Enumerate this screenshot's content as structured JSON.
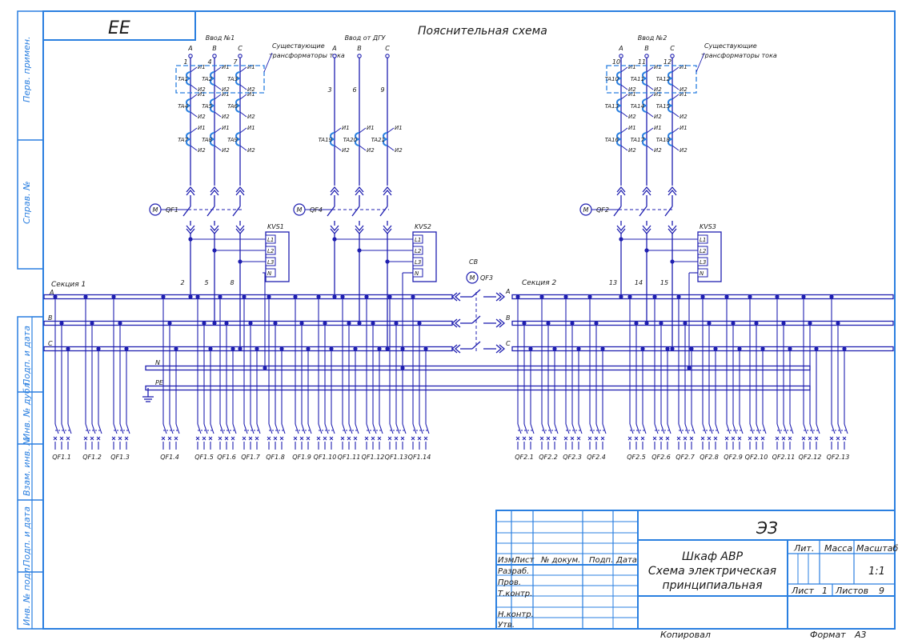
{
  "drawing": {
    "code_top": "ЕЕ",
    "title": "Пояснительная схема",
    "code_stamp": "ЭЗ",
    "name_line1": "Шкаф АВР",
    "name_line2": "Схема электрическая",
    "name_line3": "принципиальная",
    "copied": "Копировал",
    "format_label": "Формат",
    "format_value": "А3"
  },
  "side_labels": [
    "Перв. примен.",
    "Справ. №",
    "Подп. и дата",
    "Инв. № дубл.",
    "Взам. инв. №",
    "Подп. и дата",
    "Инв. № подл."
  ],
  "stamp": {
    "headers": [
      "Изм.",
      "Лист",
      "№ докум.",
      "Подп.",
      "Дата"
    ],
    "roles": [
      "Разраб.",
      "Пров.",
      "Т.контр.",
      "Н.контр.",
      "Утв."
    ],
    "lit": "Лит.",
    "mass": "Масса",
    "scale_label": "Масштаб",
    "scale_value": "1:1",
    "sheet_label": "Лист",
    "sheet_value": "1",
    "sheets_label": "Листов",
    "sheets_value": "9"
  },
  "inputs": [
    {
      "title": "Ввод №1",
      "phases": [
        "A",
        "B",
        "C"
      ],
      "nums": [
        "1",
        "4",
        "7"
      ],
      "breaker": "QF1",
      "relay": "KVS1",
      "bus_nums": [
        "2",
        "5",
        "8"
      ],
      "ta": [
        [
          "TA1",
          "TA2",
          "TA3"
        ],
        [
          "TA4",
          "TA5",
          "TA6"
        ],
        [
          "TA7",
          "TA8",
          "TA9"
        ]
      ],
      "note1": "Существующие",
      "note2": "трансформаторы тока"
    },
    {
      "title": "Ввод от ДГУ",
      "phases": [
        "A",
        "B",
        "C"
      ],
      "nums": [
        "3",
        "6",
        "9"
      ],
      "breaker": "QF4",
      "relay": "KVS2",
      "bus_nums": [],
      "ta": [
        [
          "TA19",
          "TA20",
          "TA21"
        ]
      ]
    },
    {
      "title": "Ввод №2",
      "phases": [
        "A",
        "B",
        "C"
      ],
      "nums": [
        "10",
        "11",
        "12"
      ],
      "breaker": "QF2",
      "relay": "KVS3",
      "bus_nums": [
        "13",
        "14",
        "15"
      ],
      "ta": [
        [
          "TA10",
          "TA11",
          "TA12"
        ],
        [
          "TA13",
          "TA14",
          "TA15"
        ],
        [
          "TA16",
          "TA17",
          "TA18"
        ]
      ],
      "note1": "Существующие",
      "note2": "трансформаторы тока"
    }
  ],
  "winding": {
    "w1": "И1",
    "w2": "И2"
  },
  "relay_terminals": [
    "L1",
    "L2",
    "L3",
    "N"
  ],
  "motor": "M",
  "sectional": {
    "label": "СВ",
    "breaker": "QF3"
  },
  "sections": {
    "s1": "Секция 1",
    "s2": "Секция 2"
  },
  "buses": {
    "a": "A",
    "b": "B",
    "c": "C",
    "n": "N",
    "pe": "PE"
  },
  "feeders1": [
    "QF1.1",
    "QF1.2",
    "QF1.3",
    "QF1.4",
    "QF1.5",
    "QF1.6",
    "QF1.7",
    "QF1.8",
    "QF1.9",
    "QF1.10",
    "QF1.11",
    "QF1.12",
    "QF1.13",
    "QF1.14"
  ],
  "feeders2": [
    "QF2.1",
    "QF2.2",
    "QF2.3",
    "QF2.4",
    "QF2.5",
    "QF2.6",
    "QF2.7",
    "QF2.8",
    "QF2.9",
    "QF2.10",
    "QF2.11",
    "QF2.12",
    "QF2.13"
  ]
}
